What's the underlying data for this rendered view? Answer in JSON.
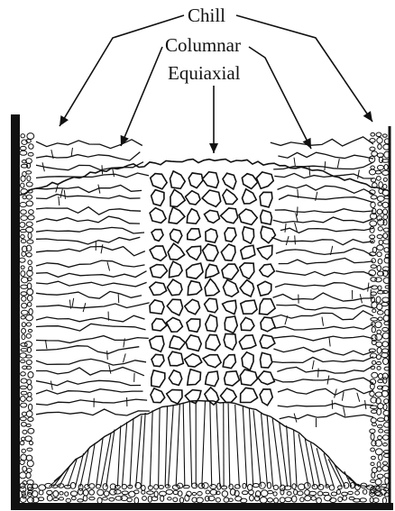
{
  "labels": {
    "chill": "Chill",
    "columnar": "Columnar",
    "equiaxial": "Equiaxial"
  },
  "colors": {
    "ink": "#111111",
    "background": "#ffffff"
  }
}
